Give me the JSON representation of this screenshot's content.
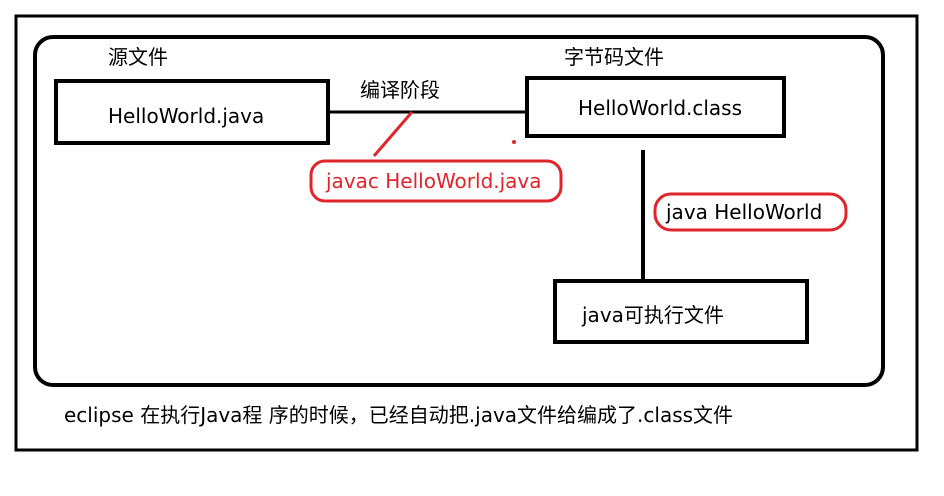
{
  "labels": {
    "source_file_heading": "源文件",
    "bytecode_file_heading": "字节码文件",
    "compile_stage": "编译阶段"
  },
  "boxes": {
    "source": "HelloWorld.java",
    "bytecode": "HelloWorld.class",
    "executable": "java可执行文件"
  },
  "commands": {
    "compile": "javac HelloWorld.java",
    "run": "java HelloWorld"
  },
  "caption": "eclipse 在执行Java程 序的时候，已经自动把.java文件给编成了.class文件",
  "colors": {
    "line": "#000000",
    "annotation": "#e0242b"
  }
}
